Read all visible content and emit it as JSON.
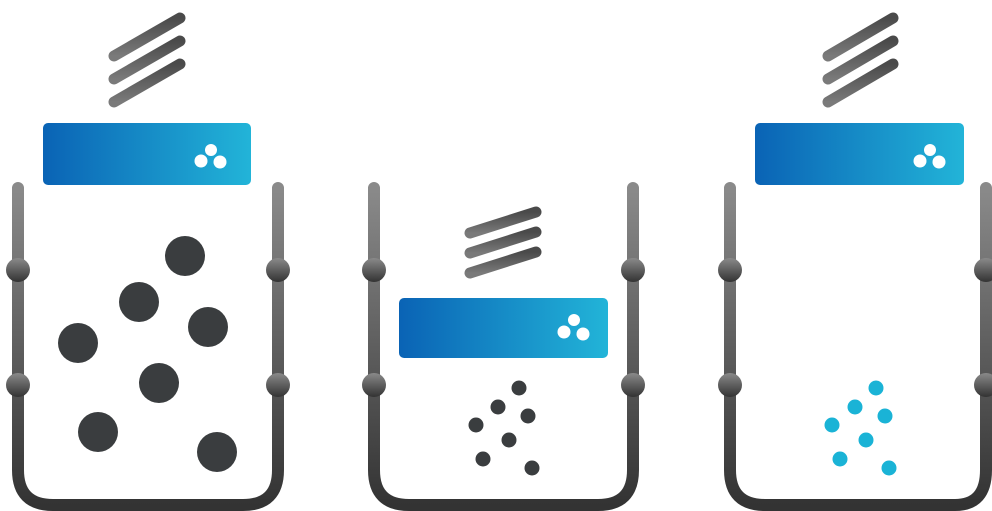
{
  "colors": {
    "background": "#ffffff",
    "container_top": "#8a8a8a",
    "container_bottom": "#333333",
    "particle_dark": "#3a3d3f",
    "particle_teal": "#1ab3d6",
    "plate_left": "#0a63b5",
    "plate_right": "#22b4d8",
    "spring_top": "#4a4a4a",
    "spring_bottom": "#7a7a7a",
    "plate_dots": "#ffffff"
  },
  "stages": [
    {
      "id": "stage-1",
      "plate_position": "above-container",
      "particle_state": "large-dark"
    },
    {
      "id": "stage-2",
      "plate_position": "inside-container",
      "particle_state": "small-dark"
    },
    {
      "id": "stage-3",
      "plate_position": "above-container",
      "particle_state": "small-teal"
    }
  ],
  "icons": {
    "plate": "particle-cluster-icon",
    "spring": "spring-icon"
  }
}
